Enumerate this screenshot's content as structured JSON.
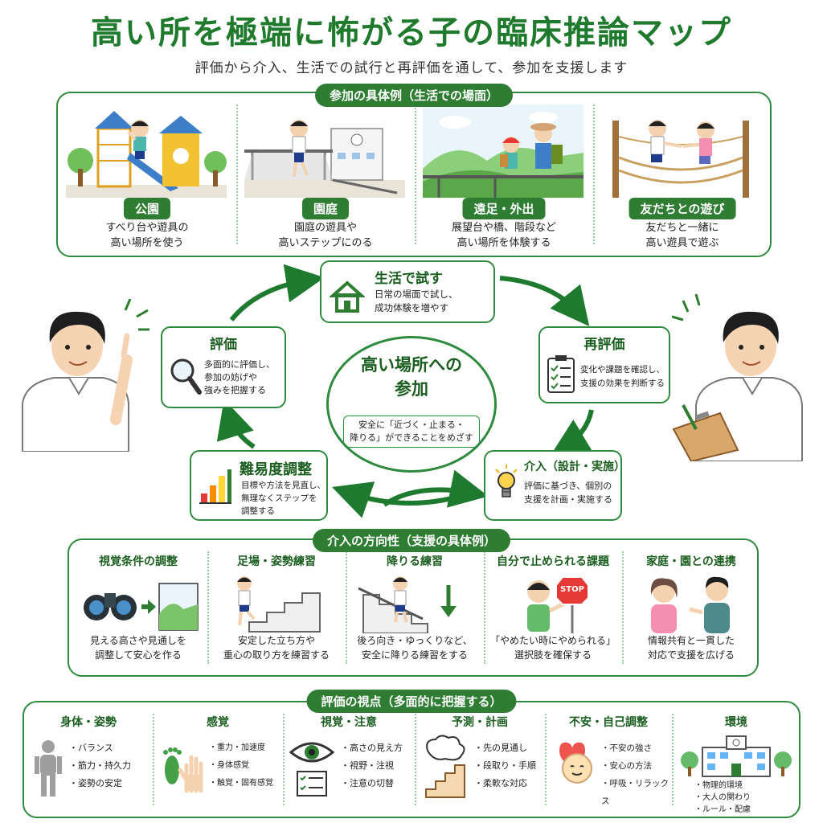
{
  "title": "高い所を極端に怖がる子の臨床推論マップ",
  "subtitle": "評価から介入、生活での試行と再評価を通して、参加を支援します",
  "examples": {
    "heading": "参加の具体例（生活での場面）",
    "items": [
      {
        "label": "公園",
        "desc1": "すべり台や遊具の",
        "desc2": "高い場所を使う"
      },
      {
        "label": "園庭",
        "desc1": "園庭の遊具や",
        "desc2": "高いステップにのる"
      },
      {
        "label": "遠足・外出",
        "desc1": "展望台や橋、階段など",
        "desc2": "高い場所を体験する"
      },
      {
        "label": "友だちとの遊び",
        "desc1": "友だちと一緒に",
        "desc2": "高い遊具で遊ぶ"
      }
    ]
  },
  "cycle": {
    "center_title1": "高い場所への",
    "center_title2": "参加",
    "center_note1": "安全に「近づく・止まる・",
    "center_note2": "降りる」ができることをめざす",
    "try": {
      "title": "生活で試す",
      "desc1": "日常の場面で試し、",
      "desc2": "成功体験を増やす"
    },
    "reeval": {
      "title": "再評価",
      "desc1": "変化や課題を確認し、",
      "desc2": "支援の効果を判断する"
    },
    "intervene": {
      "title": "介入（設計・実施）",
      "desc1": "評価に基づき、個別の",
      "desc2": "支援を計画・実施する"
    },
    "difficulty": {
      "title": "難易度調整",
      "desc1": "目標や方法を見直し、",
      "desc2": "無理なくステップを",
      "desc3": "調整する"
    },
    "eval": {
      "title": "評価",
      "desc1": "多面的に評価し、",
      "desc2": "参加の妨げや",
      "desc3": "強みを把握する"
    }
  },
  "directions": {
    "heading": "介入の方向性（支援の具体例）",
    "items": [
      {
        "title": "視覚条件の調整",
        "desc1": "見える高さや見通しを",
        "desc2": "調整して安心を作る"
      },
      {
        "title": "足場・姿勢練習",
        "desc1": "安定した立ち方や",
        "desc2": "重心の取り方を練習する"
      },
      {
        "title": "降りる練習",
        "desc1": "後ろ向き・ゆっくりなど、",
        "desc2": "安全に降りる練習をする"
      },
      {
        "title": "自分で止められる課題",
        "desc1": "「やめたい時にやめられる」",
        "desc2": "選択肢を確保する"
      },
      {
        "title": "家庭・園との連携",
        "desc1": "情報共有と一貫した",
        "desc2": "対応で支援を広げる"
      }
    ],
    "stop_sign": "STOP"
  },
  "evaluation": {
    "heading": "評価の視点（多面的に把握する）",
    "items": [
      {
        "title": "身体・姿勢",
        "points": [
          "バランス",
          "筋力・持久力",
          "姿勢の安定"
        ]
      },
      {
        "title": "感覚",
        "points": [
          "重力・加速度",
          "身体感覚",
          "触覚・固有感覚"
        ]
      },
      {
        "title": "視覚・注意",
        "points": [
          "高さの見え方",
          "視野・注視",
          "注意の切替"
        ]
      },
      {
        "title": "予測・計画",
        "points": [
          "先の見通し",
          "段取り・手順",
          "柔軟な対応"
        ]
      },
      {
        "title": "不安・自己調整",
        "points": [
          "不安の強さ",
          "安心の方法",
          "呼吸・リラックス"
        ]
      },
      {
        "title": "環境",
        "points": [
          "物理的環境",
          "大人の関わり",
          "ルール・配慮"
        ]
      }
    ]
  },
  "colors": {
    "primary": "#2e7d32",
    "border": "#2e8b3d",
    "title": "#1f7a2e"
  }
}
